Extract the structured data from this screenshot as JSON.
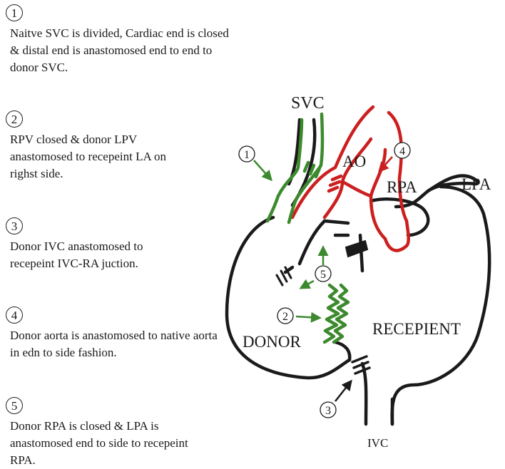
{
  "notes": [
    {
      "number": "1",
      "text": "Naitve SVC is divided, Cardiac end is closed & distal end is anastomosed end to end to donor SVC."
    },
    {
      "number": "2",
      "text": "RPV closed & donor LPV anastomosed to recepeint LA on righst side."
    },
    {
      "number": "3",
      "text": "Donor IVC anastomosed to recepeint IVC-RA juction."
    },
    {
      "number": "4",
      "text": "Donor aorta is anastomosed to native aorta in edn to side fashion."
    },
    {
      "number": "5",
      "text": "Donor RPA is closed & LPA is anastomosed end to side to recepeint RPA."
    }
  ],
  "diagram": {
    "labels": {
      "svc": "SVC",
      "ao": "AO",
      "rpa": "RPA",
      "lpa": "LPA",
      "donor": "DONOR",
      "recipient": "RECEPIENT",
      "ivc": "IVC"
    },
    "markers": [
      "1",
      "2",
      "3",
      "4",
      "5"
    ]
  },
  "colors": {
    "outline": "#1a1a1a",
    "svc_anastomosis": "#3d8a2e",
    "aorta": "#cc1f1f",
    "text": "#1a1a1a"
  }
}
